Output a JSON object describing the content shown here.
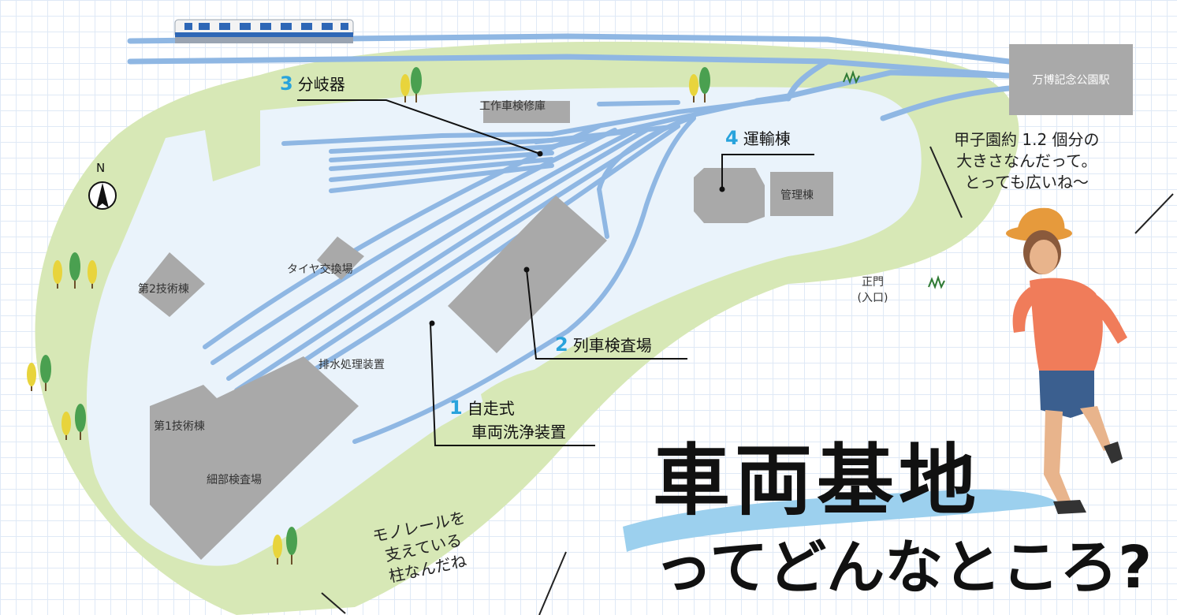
{
  "title": {
    "line1": "車両基地",
    "line2": "ってどんなところ?"
  },
  "compass": {
    "label": "N"
  },
  "station": {
    "label": "万博記念公園駅"
  },
  "facilities": {
    "tire_exchange": "タイヤ交換場",
    "engineering2": "第2技術棟",
    "engineering1": "第1技術棟",
    "detail_inspection": "細部検査場",
    "drainage": "排水処理装置",
    "work_car_shed": "工作車検修庫",
    "management": "管理棟",
    "main_gate_1": "正門",
    "main_gate_2": "(入口)"
  },
  "numbered": [
    {
      "num": "1",
      "line1": "自走式",
      "line2": "車両洗浄装置"
    },
    {
      "num": "2",
      "label": "列車検査場"
    },
    {
      "num": "3",
      "label": "分岐器"
    },
    {
      "num": "4",
      "label": "運輸棟"
    }
  ],
  "speech": {
    "size_line1": "甲子園約 1.2 個分の",
    "size_line2": "大きさなんだって。",
    "size_line3": "とっても広いね〜",
    "pillar_line1": "モノレールを",
    "pillar_line2": "支えている",
    "pillar_line3": "柱なんだね"
  },
  "colors": {
    "land": "#d7e8b6",
    "ground": "#eaf3fb",
    "track": "#8fb7e3",
    "building": "#a9a9a9",
    "accent": "#29a3dc"
  }
}
